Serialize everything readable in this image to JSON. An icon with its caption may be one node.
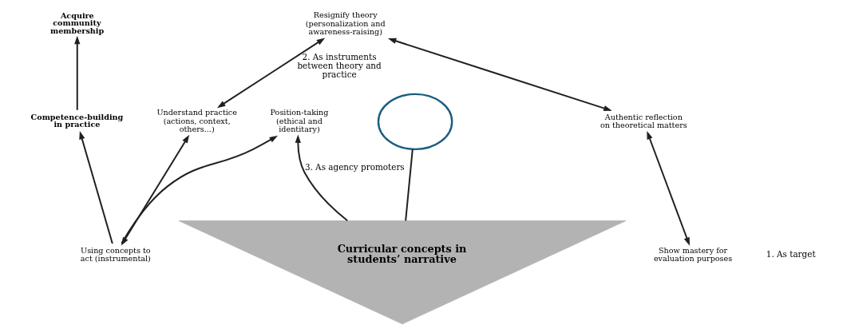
{
  "diagram": {
    "nodes": [
      {
        "text": [
          "Acquire community membership"
        ]
      },
      {
        "text": [
          "Position-taking (ethical and identitary)"
        ]
      },
      {
        "text": [
          "Using concepts to act (instrumental)"
        ]
      },
      {
        "text": [
          "Competence-building in practice"
        ]
      },
      {
        "text": [
          "Understand practice (actions, context, others...)"
        ]
      },
      {
        "text": [
          "Curricular concepts in students’ narrative"
        ]
      },
      {
        "text": [
          "Show mastery for evaluation purposes"
        ]
      },
      {
        "text": [
          "Authentic reflection on theoretical matters"
        ]
      },
      {
        "text": [
          "Resignify theory (personalization and awareness-raising)"
        ]
      },
      {
        "text": [],
        "shape": "circle"
      }
    ],
    "edges": [
      {
        "from": 3,
        "to": 0,
        "arrow": "to"
      },
      {
        "from": 2,
        "to": 1,
        "arrow": "to"
      },
      {
        "from": 2,
        "to": 3,
        "arrow": "to"
      },
      {
        "from": 2,
        "to": 4,
        "arrow": "both"
      },
      {
        "from": 5,
        "to": 1,
        "arrow": "to",
        "label": "3. As agency promoters"
      },
      {
        "from": 4,
        "to": 8,
        "arrow": "both",
        "label": "2. As instruments between theory and practice"
      },
      {
        "from": 5,
        "to": 9,
        "arrow": "none"
      },
      {
        "from": 6,
        "to": 7,
        "arrow": "both"
      },
      {
        "from": 7,
        "to": 8,
        "arrow": "both"
      }
    ],
    "labels": [
      "1. As target"
    ]
  }
}
